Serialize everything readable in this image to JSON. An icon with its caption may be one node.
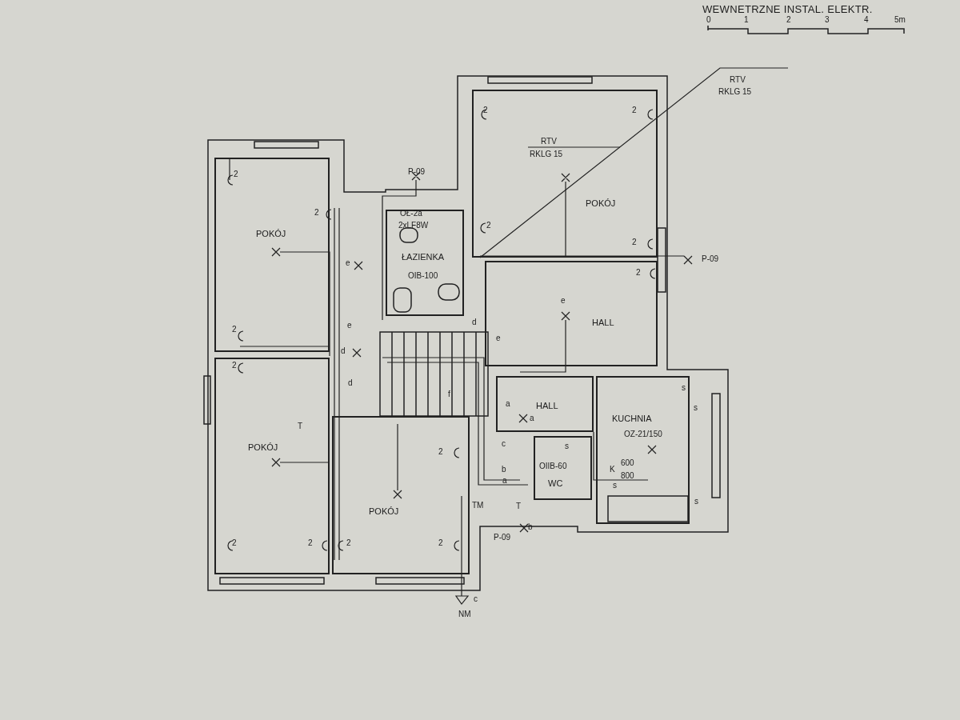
{
  "diagram": {
    "title": "WEWNETRZNE INSTAL. ELEKTR.",
    "nodes": [
      {
        "text": [
          "POKÓJ"
        ]
      },
      {
        "text": [
          "ŁAZIENKA"
        ]
      },
      {
        "text": [
          "POKÓJ"
        ]
      },
      {
        "text": [
          "HALL"
        ]
      },
      {
        "text": [
          "POKÓJ"
        ]
      },
      {
        "text": [
          "HALL"
        ]
      },
      {
        "text": [
          "KUCHNIA"
        ]
      },
      {
        "text": [
          "POKÓJ"
        ]
      },
      {
        "text": [
          "WC"
        ]
      }
    ],
    "labels": [
      "0",
      "1",
      "2",
      "3",
      "4",
      "5m",
      "RTV",
      "RKLG 15",
      "RTV",
      "RKLG 15",
      "P-09",
      "P-09",
      "P-09",
      "OŁ-2a",
      "2xLF8W",
      "OIB-100",
      "OIIB-60",
      "OZ-21/150",
      "K",
      "600",
      "800",
      "TM",
      "NM",
      "c",
      "2",
      "2",
      "2",
      "2",
      "2",
      "2",
      "2",
      "2",
      "2",
      "2",
      "2",
      "2",
      "2",
      "2",
      "e",
      "e",
      "d",
      "d",
      "e",
      "d",
      "e",
      "f",
      "a",
      "a",
      "c",
      "b",
      "a",
      "T",
      "T",
      "b",
      "s",
      "s",
      "s",
      "s",
      "s"
    ]
  }
}
